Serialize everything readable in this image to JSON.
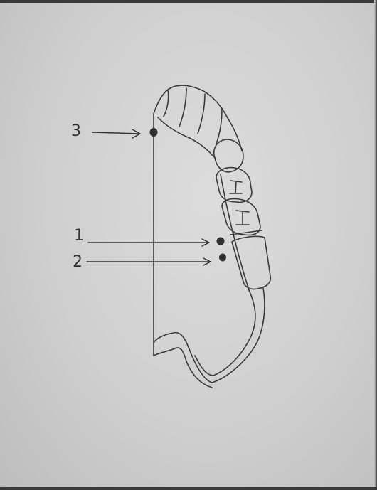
{
  "diagram": {
    "callouts": [
      {
        "id": "3",
        "label": "3"
      },
      {
        "id": "1",
        "label": "1"
      },
      {
        "id": "2",
        "label": "2"
      }
    ],
    "ink_color": "#3a3a3a",
    "dot_color": "#2f2f2f"
  }
}
